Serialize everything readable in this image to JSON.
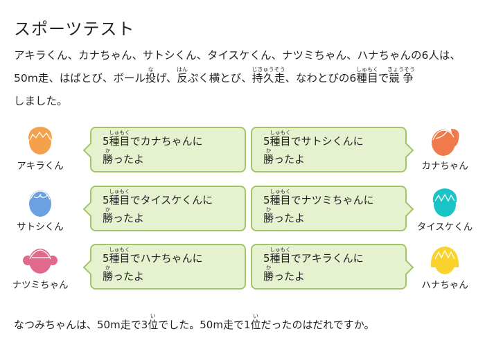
{
  "title": "スポーツテスト",
  "intro": {
    "p1": "アキラくん、カナちゃん、サトシくん、タイスケくん、ナツミちゃん、ハナちゃんの6人は、50m走、はばとび、ボール",
    "w_nage": {
      "kanji": "投",
      "ruby": "な"
    },
    "p2": "げ、",
    "w_han": {
      "kanji": "反",
      "ruby": "はん"
    },
    "p3": "ぷく",
    "w_yoko": "横とび、",
    "w_jikyuso": {
      "kanji": "持久走",
      "ruby": "じきゅうそう"
    },
    "p4": "、なわとびの6",
    "w_shumoku": {
      "kanji": "種目",
      "ruby": "しゅもく"
    },
    "p5": "で",
    "w_kyoso": {
      "kanji": "競争",
      "ruby": "きょうそう"
    },
    "p6": "しました。"
  },
  "people": [
    {
      "name": "アキラくん",
      "color": "#f5a04a"
    },
    {
      "name": "カナちゃん",
      "color": "#f07a4a"
    },
    {
      "name": "サトシくん",
      "color": "#6da0e0"
    },
    {
      "name": "タイスケくん",
      "color": "#19c3c6"
    },
    {
      "name": "ナツミちゃん",
      "color": "#df6a8c"
    },
    {
      "name": "ハナちゃん",
      "color": "#f9d22b"
    }
  ],
  "bubble_common": {
    "num": "5",
    "shumoku": {
      "kanji": "種目",
      "ruby": "しゅもく"
    },
    "de": "で",
    "ni": "に",
    "katsu": {
      "kanji": "勝",
      "ruby": "か"
    },
    "end": "ったよ"
  },
  "bubbles": [
    {
      "target": "カナちゃん"
    },
    {
      "target": "サトシくん"
    },
    {
      "target": "タイスケくん"
    },
    {
      "target": "ナツミちゃん"
    },
    {
      "target": "ハナちゃん"
    },
    {
      "target": "アキラくん"
    }
  ],
  "question": {
    "q1": "なつみちゃんは、50m走で3",
    "i": {
      "kanji": "位",
      "ruby": "い"
    },
    "q2": "でした。50m走で1",
    "q3": "だったのはだれですか。"
  },
  "colors": {
    "bubble_fill": "#e6f2cf",
    "bubble_border": "#a3c56a"
  }
}
